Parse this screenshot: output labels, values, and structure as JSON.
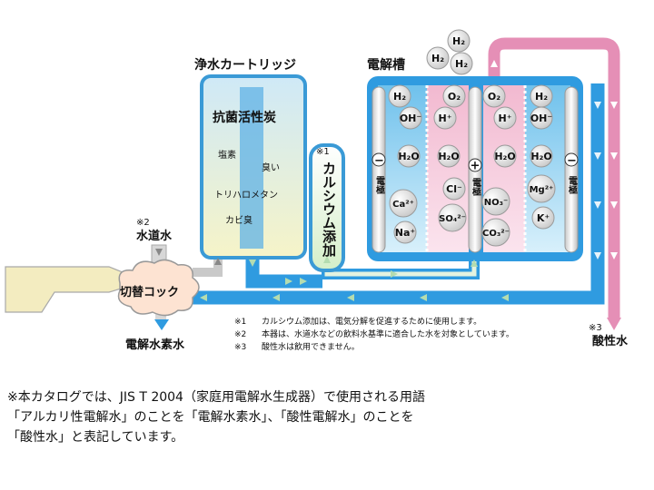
{
  "labels": {
    "cartridge": "浄水カートリッジ",
    "cell": "電解槽",
    "charcoal": "抗菌活性炭",
    "chlorine": "塩素",
    "odor": "臭い",
    "trihalomethane": "トリハロメタン",
    "mold": "カビ臭",
    "calcium_mark": "※1",
    "calcium": "カルシウム添加",
    "tap_mark": "※2",
    "tap": "水道水",
    "valve": "切替コック",
    "hydrogen_water": "電解水素水",
    "acid_mark": "※3",
    "acid_water": "酸性水",
    "electrode": "電極"
  },
  "footnotes": [
    {
      "mark": "※1",
      "text": "カルシウム添加は、電気分解を促進するために使用します。"
    },
    {
      "mark": "※2",
      "text": "本器は、水道水などの飲料水基準に適合した水を対象としています。"
    },
    {
      "mark": "※3",
      "text": "酸性水は飲用できません。"
    }
  ],
  "note_lines": [
    "※本カタログでは、JIS T 2004（家庭用電解水生成器）で使用される用語",
    "「アルカリ性電解水」のことを「電解水素水」、「酸性電解水」のことを",
    "「酸性水」と表記しています。"
  ],
  "molecules": {
    "h2_escape": [
      "H₂",
      "H₂",
      "H₂"
    ],
    "cathode_left": [
      "H₂",
      "OH⁻",
      "H₂O",
      "Ca²⁺",
      "Na⁺"
    ],
    "anode_mid": [
      "O₂",
      "H⁺",
      "H₂O",
      "Cl⁻",
      "SO₄²⁻"
    ],
    "anode_right": [
      "O₂",
      "H⁺",
      "H₂O",
      "NO₃⁻",
      "CO₃²⁻"
    ],
    "cathode_right": [
      "H₂",
      "OH⁻",
      "H₂O",
      "Mg²⁺",
      "K⁺"
    ]
  },
  "signs": {
    "minus": "−",
    "plus": "+"
  },
  "colors": {
    "water_blue": "#2f9be0",
    "acid_pink": "#e58fb6",
    "cell_blue": "#8fd0ef",
    "cell_pink": "#f4c8da",
    "cartridge_yellow": "#f6f4c8",
    "faucet": "#f3ecc0"
  }
}
